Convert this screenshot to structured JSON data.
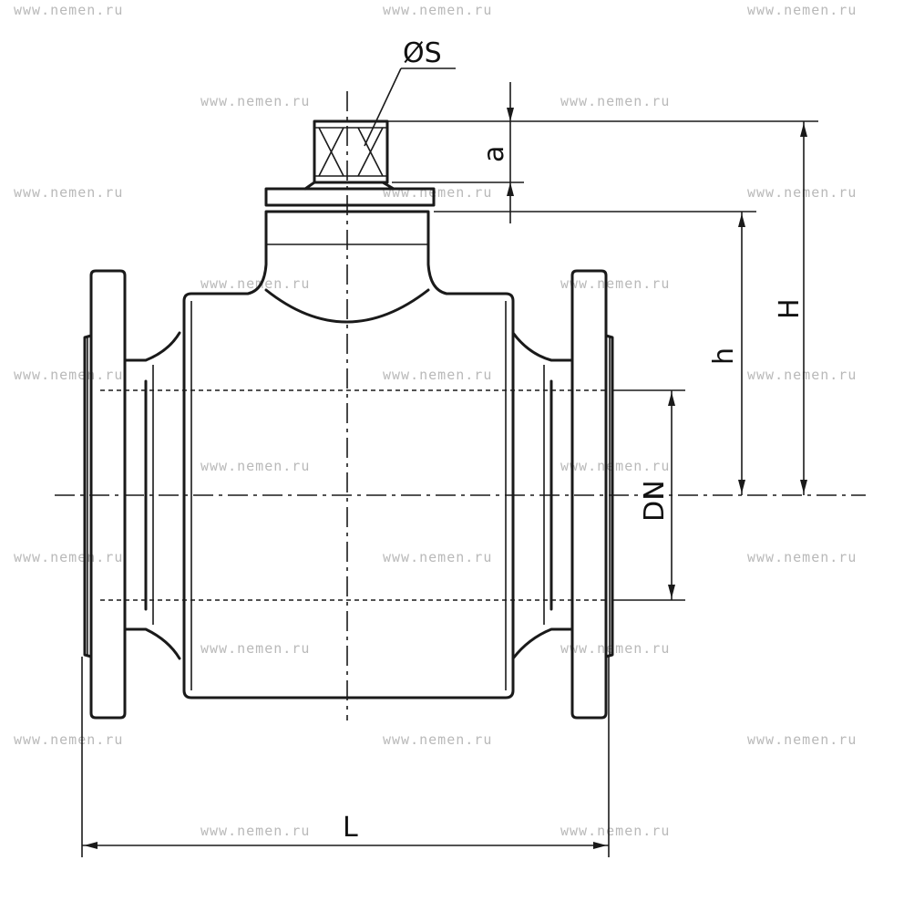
{
  "labels": {
    "diameter_s": "ØS",
    "dim_a": "a",
    "dim_H": "H",
    "dim_h": "h",
    "dim_DN": "DN",
    "dim_L": "L"
  },
  "watermark": "www.nemen.ru",
  "colors": {
    "line": "#1a1a1a",
    "watermark": "#b9b9b9",
    "background": "#ffffff"
  }
}
